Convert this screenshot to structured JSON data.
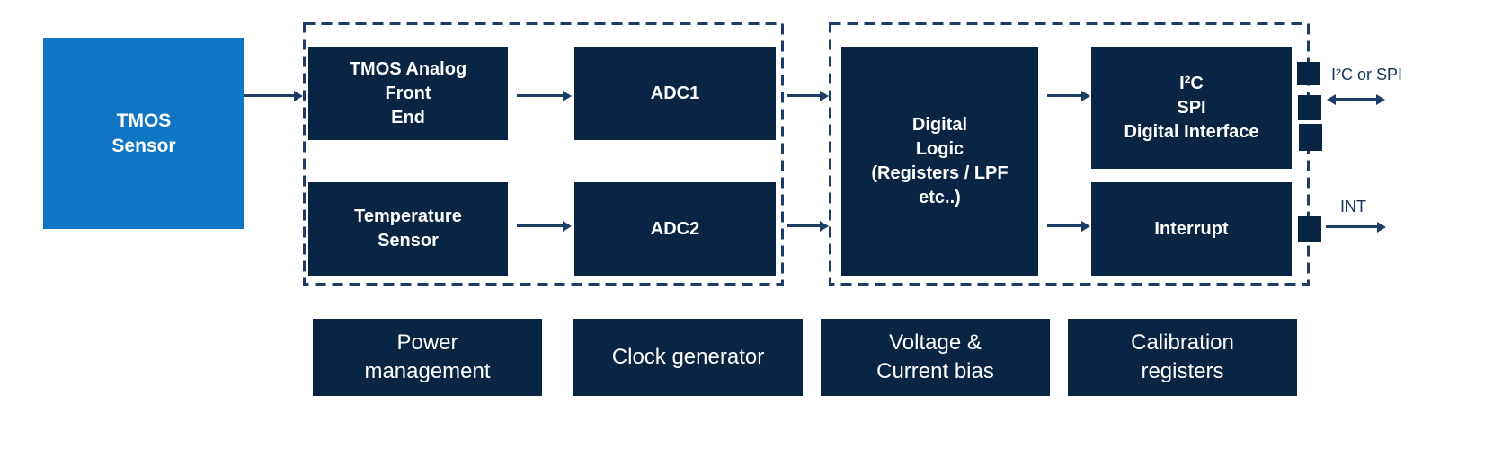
{
  "diagram_type": "block-diagram",
  "palette": {
    "azure": "#0e76c5",
    "navy": "#0a2444",
    "line": "#1d3c66",
    "labelink": "#16325b"
  },
  "sensor": {
    "label": "TMOS\nSensor"
  },
  "analog_group": {
    "afe": {
      "label": "TMOS Analog\nFront\nEnd"
    },
    "temp": {
      "label": "Temperature\nSensor"
    },
    "adc1": {
      "label": "ADC1"
    },
    "adc2": {
      "label": "ADC2"
    }
  },
  "digital_group": {
    "digital_logic": {
      "label": "Digital\nLogic\n(Registers / LPF\netc..)"
    },
    "interface": {
      "label": "I²C\nSPI\nDigital Interface"
    },
    "interrupt": {
      "label": "Interrupt"
    }
  },
  "io": {
    "i2c_spi": {
      "label": "I²C or SPI"
    },
    "int": {
      "label": "INT"
    }
  },
  "bottom_row": {
    "items": [
      {
        "label": "Power\nmanagement"
      },
      {
        "label": "Clock generator"
      },
      {
        "label": "Voltage &\nCurrent bias"
      },
      {
        "label": "Calibration\nregisters"
      }
    ]
  }
}
